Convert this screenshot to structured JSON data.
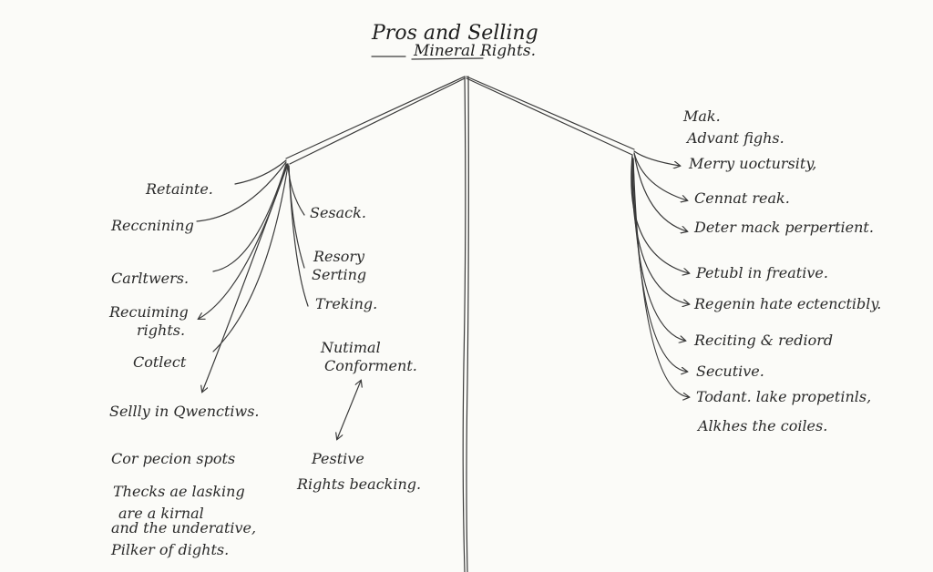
{
  "title": {
    "line1": "Pros and Selling",
    "line2": "Mineral Rights."
  },
  "left_branch": {
    "outer": [
      "Retainte.",
      "Reccnining",
      "Carltwers.",
      "Recuiming",
      "rights.",
      "Cotlect",
      "Sellly in Qwenctiws."
    ],
    "inner": [
      "Sesack.",
      "Resory",
      "Serting",
      "Treking."
    ],
    "notes": [
      "Nutimal",
      "Conforment.",
      "Pestive",
      "Rights beacking."
    ],
    "bottom": [
      "Cor pecion spots",
      "Thecks ae lasking",
      "are a kirnal",
      "and the underative,",
      "Pilker of dights."
    ]
  },
  "right_branch": {
    "header": [
      "Mak.",
      "Advant fighs."
    ],
    "items": [
      "Merry uoctursity,",
      "Cennat reak.",
      "Deter mack perpertient.",
      "Petubl in freative.",
      "Regenin hate ectenctibly.",
      "Reciting & rediord",
      "Secutive.",
      "Todant. lake propetinls,",
      "Alkhes the coiles."
    ]
  }
}
